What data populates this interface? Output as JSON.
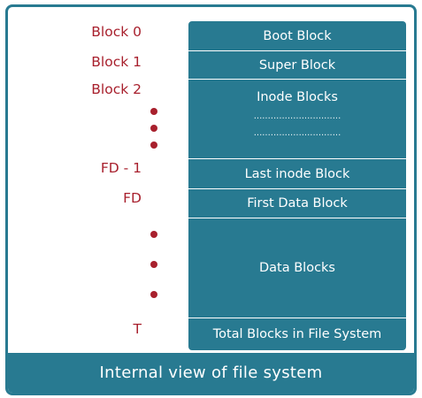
{
  "caption": "Internal view of file system",
  "blocks": [
    {
      "label": "Boot Block"
    },
    {
      "label": "Super Block"
    },
    {
      "label": "Inode Blocks",
      "dots": [
        "...............................",
        "..............................."
      ]
    },
    {
      "label": "Last inode Block"
    },
    {
      "label": "First Data Block"
    },
    {
      "label": "Data Blocks"
    },
    {
      "label": "Total Blocks in File System"
    }
  ],
  "left_labels": [
    "Block 0",
    "Block 1",
    "Block 2",
    "FD - 1",
    "FD",
    "T"
  ],
  "colors": {
    "block": "#287a91",
    "label": "#a8202d",
    "text": "#ffffff"
  }
}
